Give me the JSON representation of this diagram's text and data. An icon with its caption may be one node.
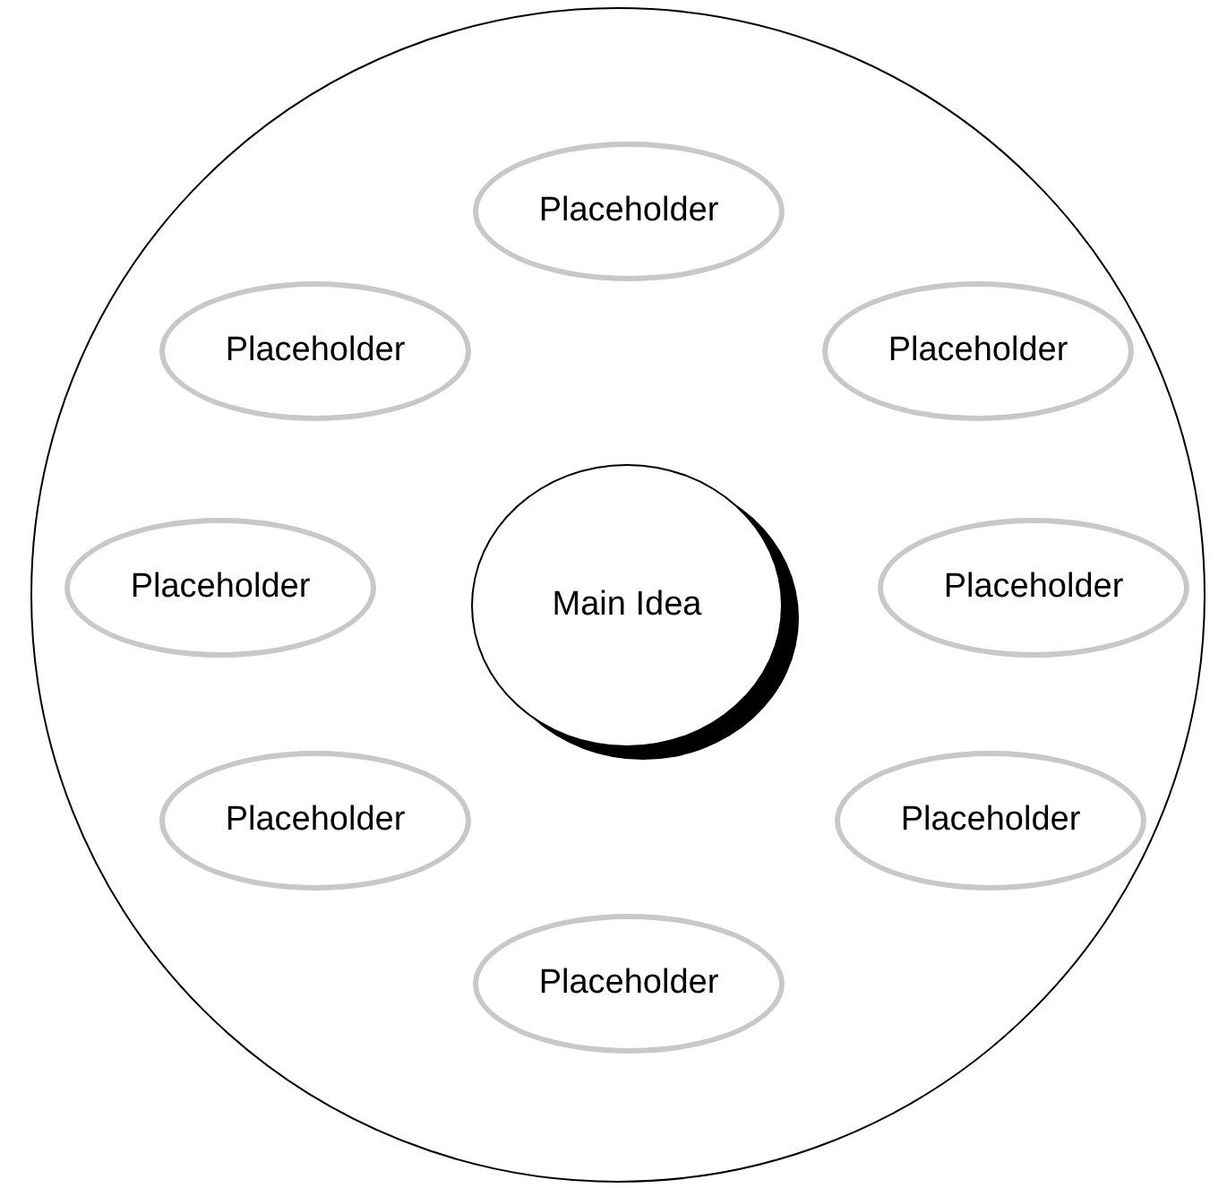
{
  "diagram": {
    "nodes": [
      {
        "text": [],
        "shape": "circle"
      },
      {
        "text": [
          "Main Idea"
        ],
        "in": 0
      },
      {
        "text": [
          "Placeholder"
        ],
        "in": 0
      },
      {
        "text": [
          "Placeholder"
        ],
        "in": 0
      },
      {
        "text": [
          "Placeholder"
        ],
        "in": 0
      },
      {
        "text": [
          "Placeholder"
        ],
        "in": 0
      },
      {
        "text": [
          "Placeholder"
        ],
        "in": 0
      },
      {
        "text": [
          "Placeholder"
        ],
        "in": 0
      },
      {
        "text": [
          "Placeholder"
        ],
        "in": 0
      },
      {
        "text": [
          "Placeholder"
        ],
        "in": 0
      }
    ]
  }
}
